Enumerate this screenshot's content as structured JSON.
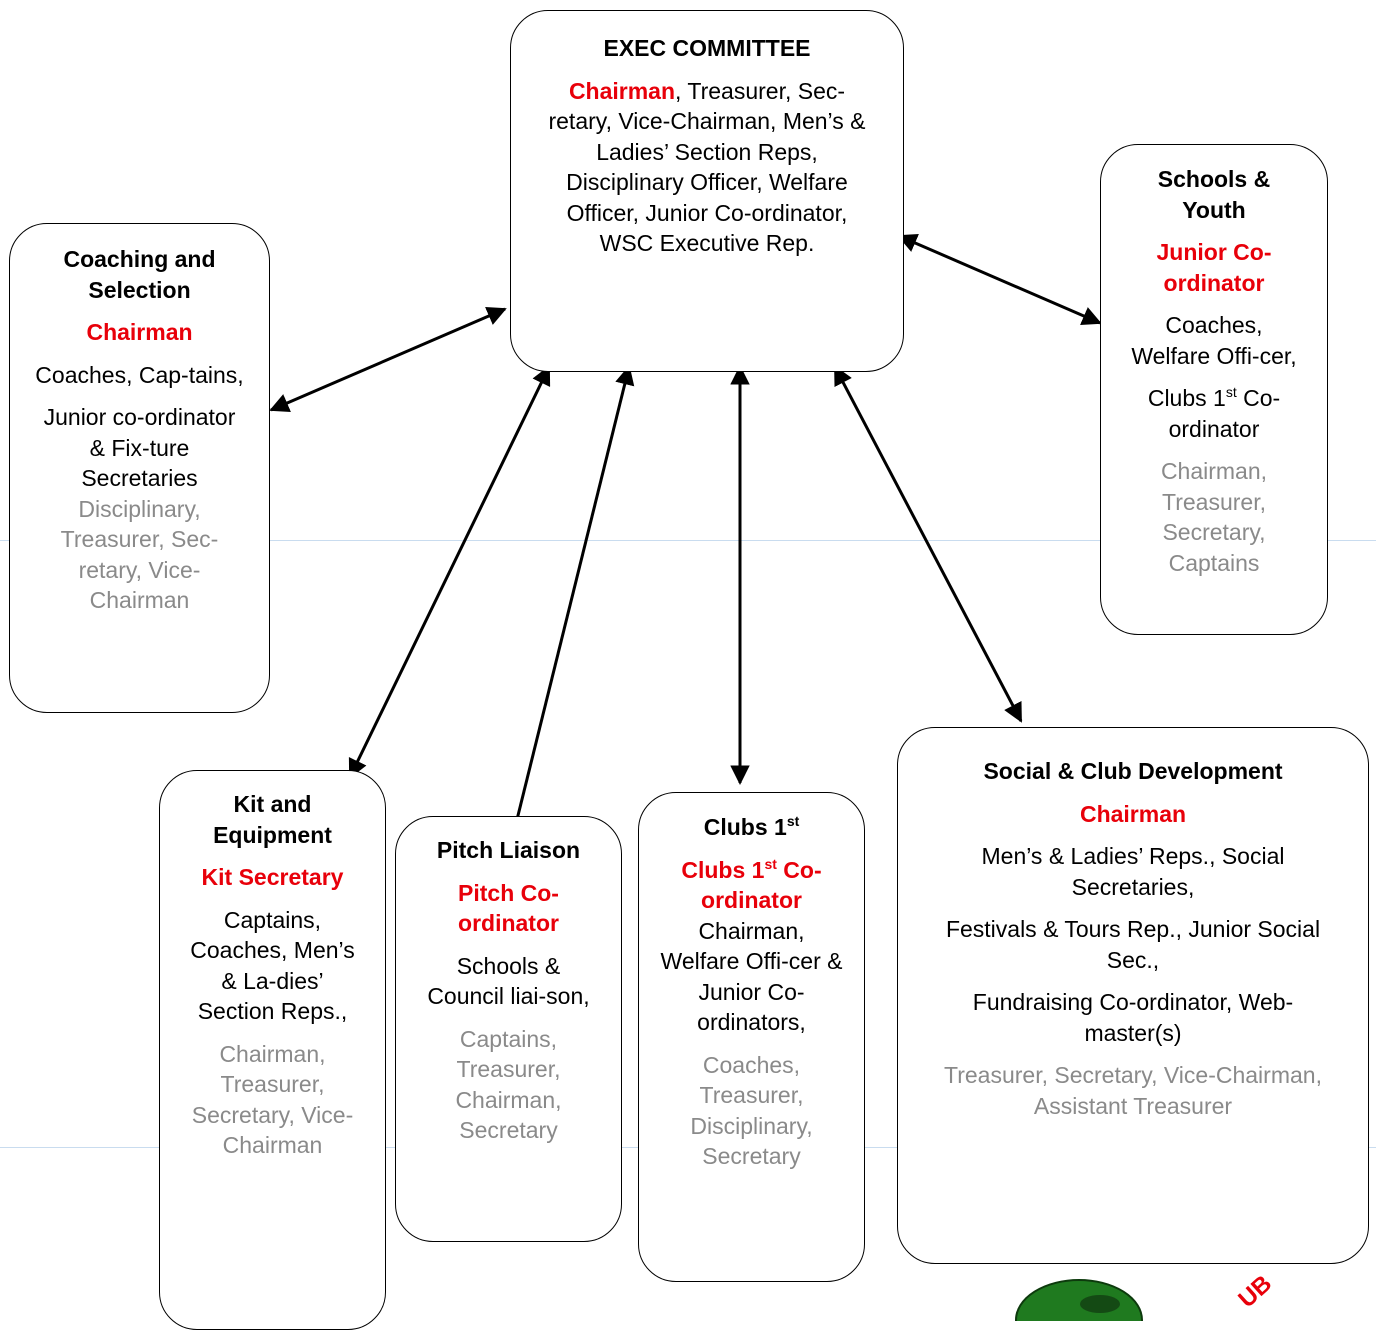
{
  "exec": {
    "title": "EXEC COMMITTEE",
    "lead": "Chairman",
    "members": ", Treasurer, Sec-retary, Vice-Chairman, Men’s & Ladies’ Section Reps, Disciplinary Officer, Welfare Officer, Junior Co-ordinator, WSC Executive Rep."
  },
  "coaching": {
    "title": "Coaching and Selection",
    "lead": "Chairman",
    "line1": "Coaches, Cap-tains,",
    "line2": "Junior co-ordinator & Fix-ture Secretaries",
    "grey": "Disciplinary, Treasurer, Sec-retary, Vice-Chairman"
  },
  "schools": {
    "title": "Schools & Youth",
    "lead": "Junior Co-ordinator",
    "line1": "Coaches, Welfare Offi-cer,",
    "line2_pre": "Clubs 1",
    "line2_sup": "st",
    "line2_post": " Co-ordinator",
    "grey": "Chairman, Treasurer, Secretary, Captains"
  },
  "kit": {
    "title": "Kit and Equipment",
    "lead": "Kit Secretary",
    "line1": "Captains, Coaches, Men’s & La-dies’ Section Reps.,",
    "grey": "Chairman, Treasurer, Secretary, Vice-Chairman"
  },
  "pitch": {
    "title": "Pitch Liaison",
    "lead": "Pitch Co-ordinator",
    "line1": "Schools & Council liai-son,",
    "grey": "Captains, Treasurer, Chairman, Secretary"
  },
  "clubs": {
    "title_pre": "Clubs 1",
    "title_sup": "st",
    "lead_pre": "Clubs 1",
    "lead_sup": "st",
    "lead_post": " Co-ordinator",
    "line1": "Chairman, Welfare Offi-cer & Junior Co-ordinators,",
    "grey": "Coaches, Treasurer, Disciplinary, Secretary"
  },
  "social": {
    "title": "Social & Club Development",
    "lead": "Chairman",
    "line1": "Men’s & Ladies’ Reps., Social Secretaries,",
    "line2": "Festivals & Tours Rep., Junior Social Sec.,",
    "line3": "Fundraising Co-ordinator, Web-master(s)",
    "grey": "Treasurer, Secretary, Vice-Chairman, Assistant Treasurer"
  },
  "logo": {
    "text": "UB"
  },
  "colors": {
    "accent_red": "#e8000a",
    "grey_text": "#8a8a8a",
    "logo_green": "#1f7a1f"
  }
}
